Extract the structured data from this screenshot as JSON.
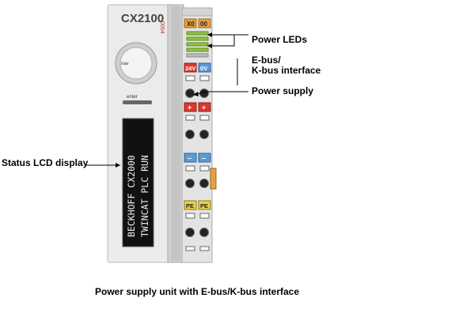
{
  "device": {
    "model": "CX2100",
    "model_suffix": "0004",
    "nav_button_label": "nav",
    "enter_button_label": "enter",
    "lcd_line1": "BECKHOFF CX2000",
    "lcd_line2": "TWINCAT PLC RUN",
    "terminal_labels": {
      "x0": "X0",
      "o0": "00",
      "v24": "24V",
      "v0": "0V",
      "plus": "+",
      "minus": "–",
      "pe": "PE"
    }
  },
  "annotations": {
    "power_leds": "Power LEDs",
    "ebus_line1": "E-bus/",
    "ebus_line2": "K-bus interface",
    "power_supply": "Power supply",
    "status_lcd": "Status LCD display"
  },
  "caption": "Power supply unit with E-bus/K-bus interface",
  "colors": {
    "housing": "#ebebeb",
    "orange": "#e8a040",
    "red": "#d93a2e",
    "blue": "#5b9bd5",
    "green_led": "#8ec63f",
    "yellow_pe": "#e8d24a",
    "lcd_bg": "#111111"
  }
}
